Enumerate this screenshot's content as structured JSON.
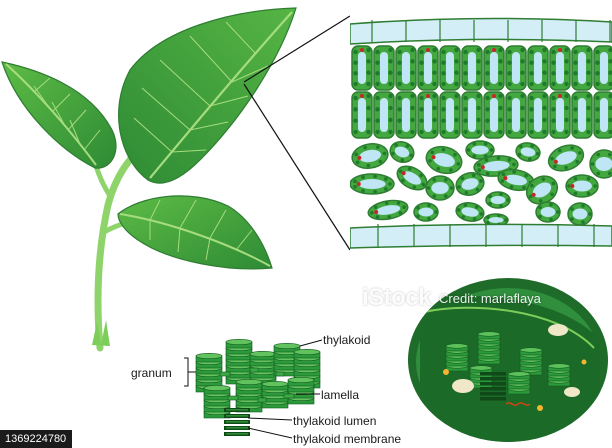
{
  "labels": {
    "thylakoid": "thylakoid",
    "granum": "granum",
    "lamella": "lamella",
    "thylakoid_lumen": "thylakoid lumen",
    "thylakoid_membrane": "thylakoid membrane"
  },
  "watermark": {
    "logo": "iStock",
    "credit": "Credit: marlaflaya"
  },
  "stock_id": "1369224780",
  "colors": {
    "leaf_dark": "#2e8b35",
    "leaf_mid": "#43a83f",
    "leaf_light": "#7ccd5a",
    "stem": "#8fd46b",
    "cell_wall": "#2e7d32",
    "vacuole": "#bfe6f5",
    "chloroplast": "#2fa13a",
    "nucleus": "#c62828",
    "epidermis": "#d4eef8",
    "chloro_outer": "#1f6b2a",
    "stroma": "#2f8f3c"
  }
}
